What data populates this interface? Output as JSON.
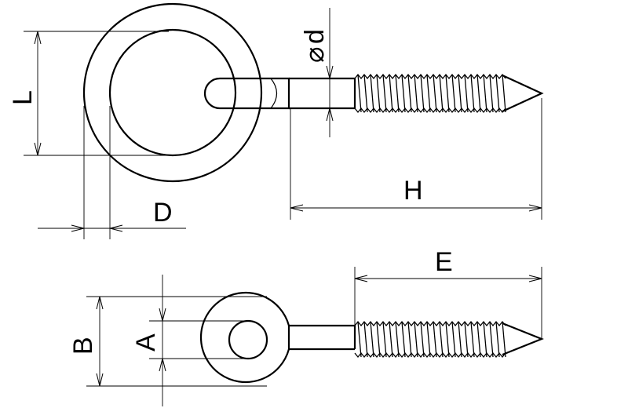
{
  "drawing": {
    "labels": {
      "L": "L",
      "D": "D",
      "d": "d",
      "diameter_symbol": "⌀",
      "H": "H",
      "E": "E",
      "B": "B",
      "A": "A"
    }
  }
}
